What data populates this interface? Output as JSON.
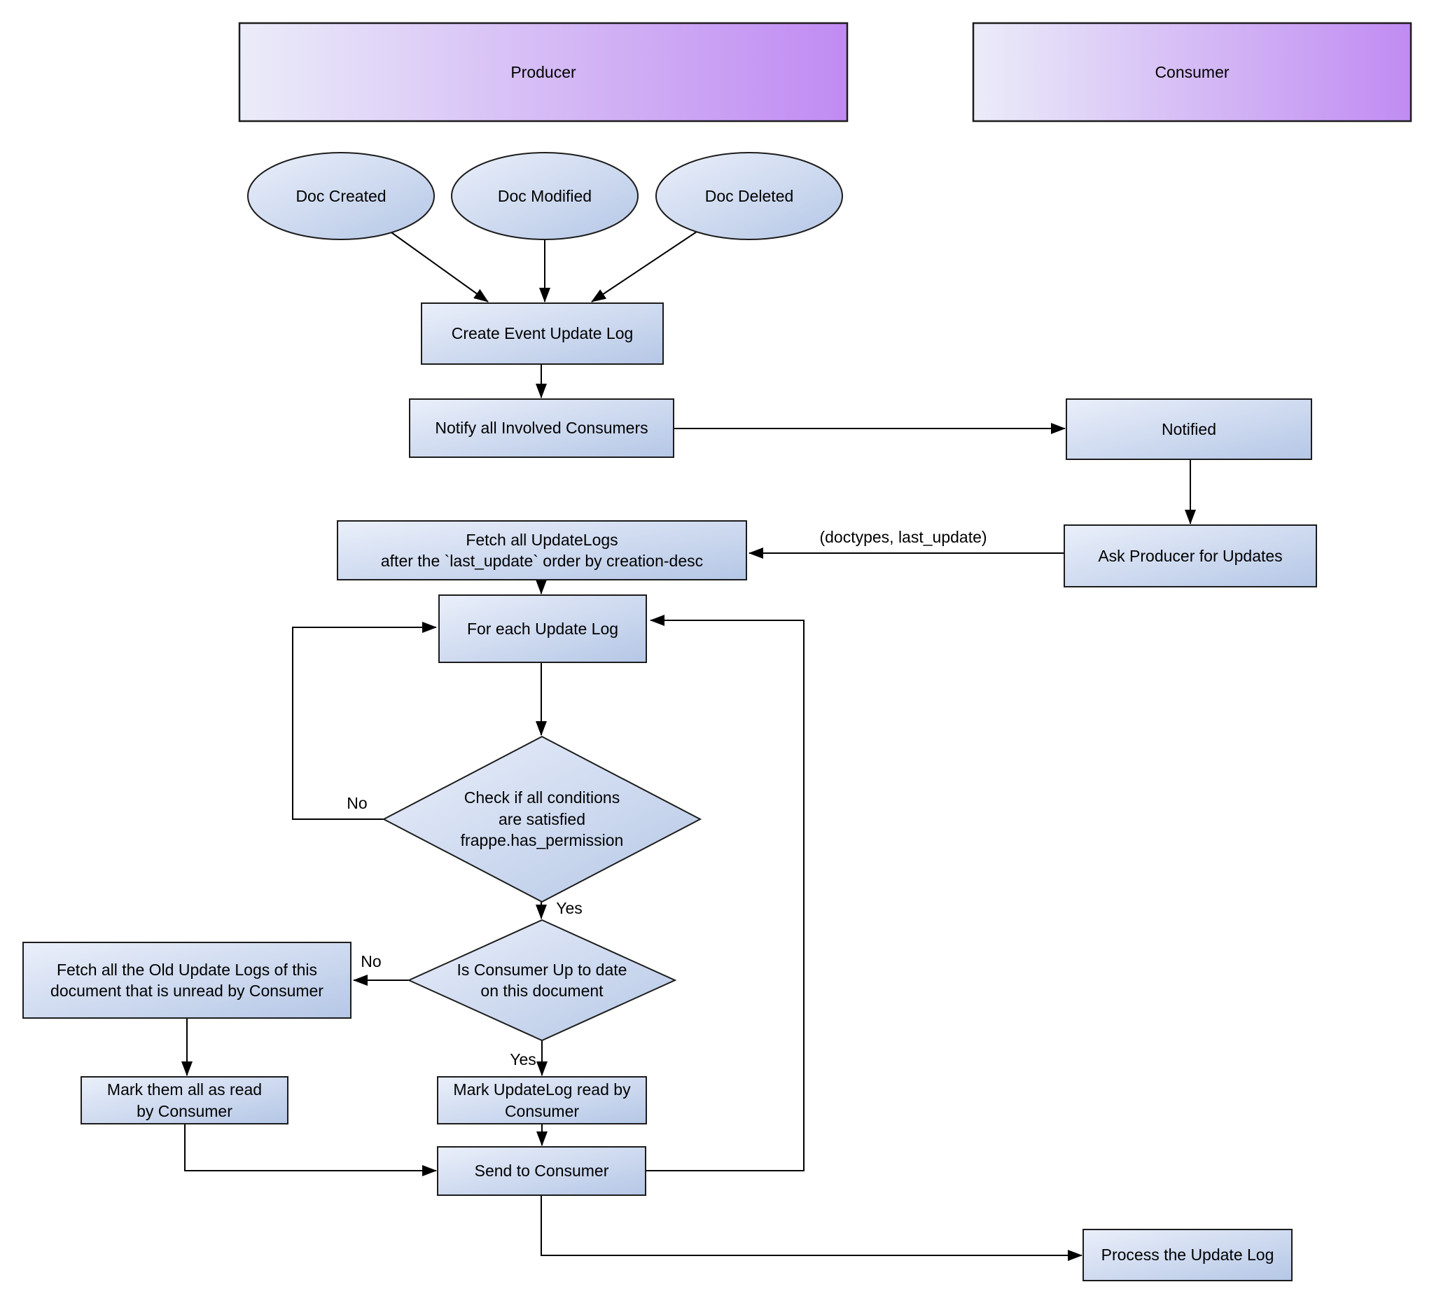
{
  "colors": {
    "header_gradient_start": "#ebecf9",
    "header_gradient_end": "#c08bf2",
    "node_gradient_start": "#eaeffa",
    "node_gradient_end": "#b5c7e6",
    "border": "#1c1c1c",
    "edge": "#000000",
    "background": "#ffffff"
  },
  "lanes": {
    "producer": "Producer",
    "consumer": "Consumer"
  },
  "nodes": {
    "doc_created": "Doc Created",
    "doc_modified": "Doc Modified",
    "doc_deleted": "Doc Deleted",
    "create_event_update_log": "Create Event Update Log",
    "notify_all_involved_consumers": "Notify all Involved Consumers",
    "notified": "Notified",
    "ask_producer_for_updates": "Ask Producer for Updates",
    "fetch_all_updatelogs": "Fetch all UpdateLogs\nafter the `last_update` order by creation-desc",
    "for_each_update_log": "For each Update Log",
    "check_conditions": "Check if all conditions\nare satisfied\nfrappe.has_permission",
    "fetch_old_update_logs": "Fetch all the Old Update Logs of this\ndocument that is unread by Consumer",
    "is_consumer_up_to_date": "Is Consumer Up to date\non this document",
    "mark_all_read": "Mark them all as read\nby Consumer",
    "mark_updatelog_read": "Mark UpdateLog read by\nConsumer",
    "send_to_consumer": "Send to Consumer",
    "process_update_log": "Process the Update Log"
  },
  "edge_labels": {
    "doctypes_last_update": "(doctypes, last_update)",
    "check_no": "No",
    "check_yes": "Yes",
    "uptodate_no": "No",
    "uptodate_yes": "Yes"
  }
}
